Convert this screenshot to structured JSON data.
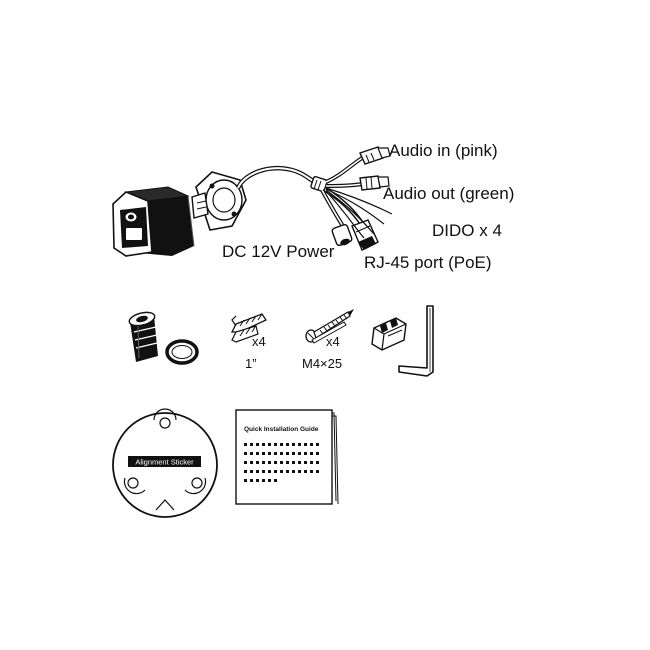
{
  "camera": {
    "labels": {
      "audio_in": "Audio in (pink)",
      "audio_out": "Audio out (green)",
      "dido": "DIDO x 4",
      "power": "DC 12V Power",
      "rj45": "RJ-45 port (PoE)"
    }
  },
  "accessories": {
    "anchors": {
      "qty": "x4",
      "size": "1”"
    },
    "screws": {
      "qty": "x4",
      "size": "M4×25"
    }
  },
  "sticker": {
    "label": "Alignment Sticker"
  },
  "guide": {
    "title": "Quick Installation Guide"
  },
  "colors": {
    "line": "#111111",
    "background": "#ffffff"
  }
}
